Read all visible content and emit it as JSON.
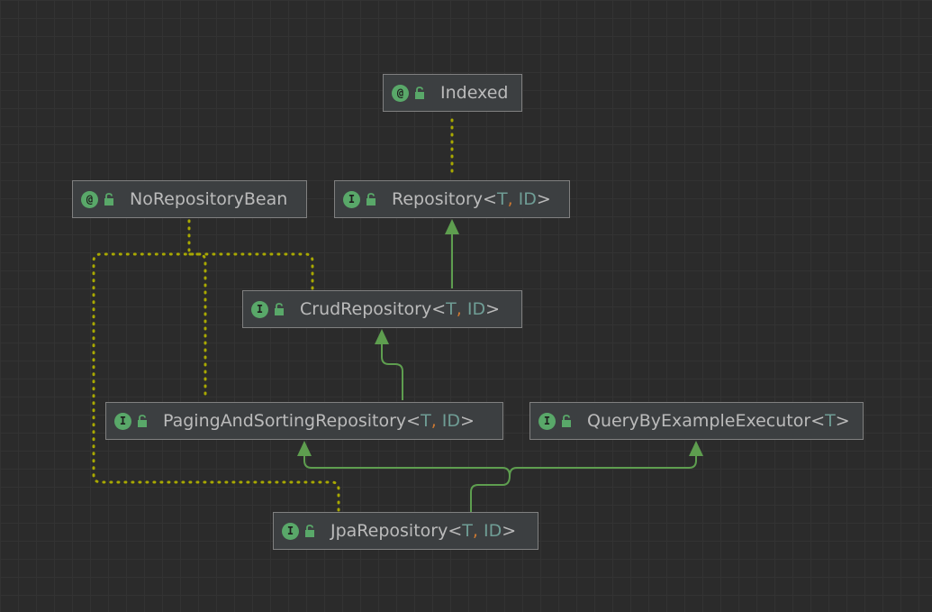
{
  "nodes": {
    "indexed": {
      "kind": "@",
      "name": "Indexed",
      "params": []
    },
    "no_repository_bean": {
      "kind": "@",
      "name": "NoRepositoryBean",
      "params": []
    },
    "repository": {
      "kind": "I",
      "name": "Repository",
      "params": [
        "T",
        "ID"
      ]
    },
    "crud_repository": {
      "kind": "I",
      "name": "CrudRepository",
      "params": [
        "T",
        "ID"
      ]
    },
    "paging_and_sorting_repository": {
      "kind": "I",
      "name": "PagingAndSortingRepository",
      "params": [
        "T",
        "ID"
      ]
    },
    "query_by_example_executor": {
      "kind": "I",
      "name": "QueryByExampleExecutor",
      "params": [
        "T"
      ]
    },
    "jpa_repository": {
      "kind": "I",
      "name": "JpaRepository",
      "params": [
        "T",
        "ID"
      ]
    }
  },
  "edges": [
    {
      "from": "repository",
      "to": "indexed",
      "type": "annotation"
    },
    {
      "from": "crud_repository",
      "to": "no_repository_bean",
      "type": "annotation"
    },
    {
      "from": "paging_and_sorting_repository",
      "to": "no_repository_bean",
      "type": "annotation"
    },
    {
      "from": "jpa_repository",
      "to": "no_repository_bean",
      "type": "annotation"
    },
    {
      "from": "crud_repository",
      "to": "repository",
      "type": "extends"
    },
    {
      "from": "paging_and_sorting_repository",
      "to": "crud_repository",
      "type": "extends"
    },
    {
      "from": "jpa_repository",
      "to": "paging_and_sorting_repository",
      "type": "extends"
    },
    {
      "from": "jpa_repository",
      "to": "query_by_example_executor",
      "type": "extends"
    }
  ],
  "colors": {
    "background": "#2b2b2b",
    "node_fill": "#3c3f41",
    "node_border": "#808080",
    "text": "#bbbbbb",
    "type_param": "#6f9d95",
    "comma": "#cc7832",
    "badge": "#59a869",
    "extends_edge": "#5e9e4f",
    "annotation_edge": "#a8a800"
  },
  "icons": {
    "annotation_badge": "at-icon",
    "interface_badge": "interface-icon",
    "visibility": "unlock-icon"
  }
}
